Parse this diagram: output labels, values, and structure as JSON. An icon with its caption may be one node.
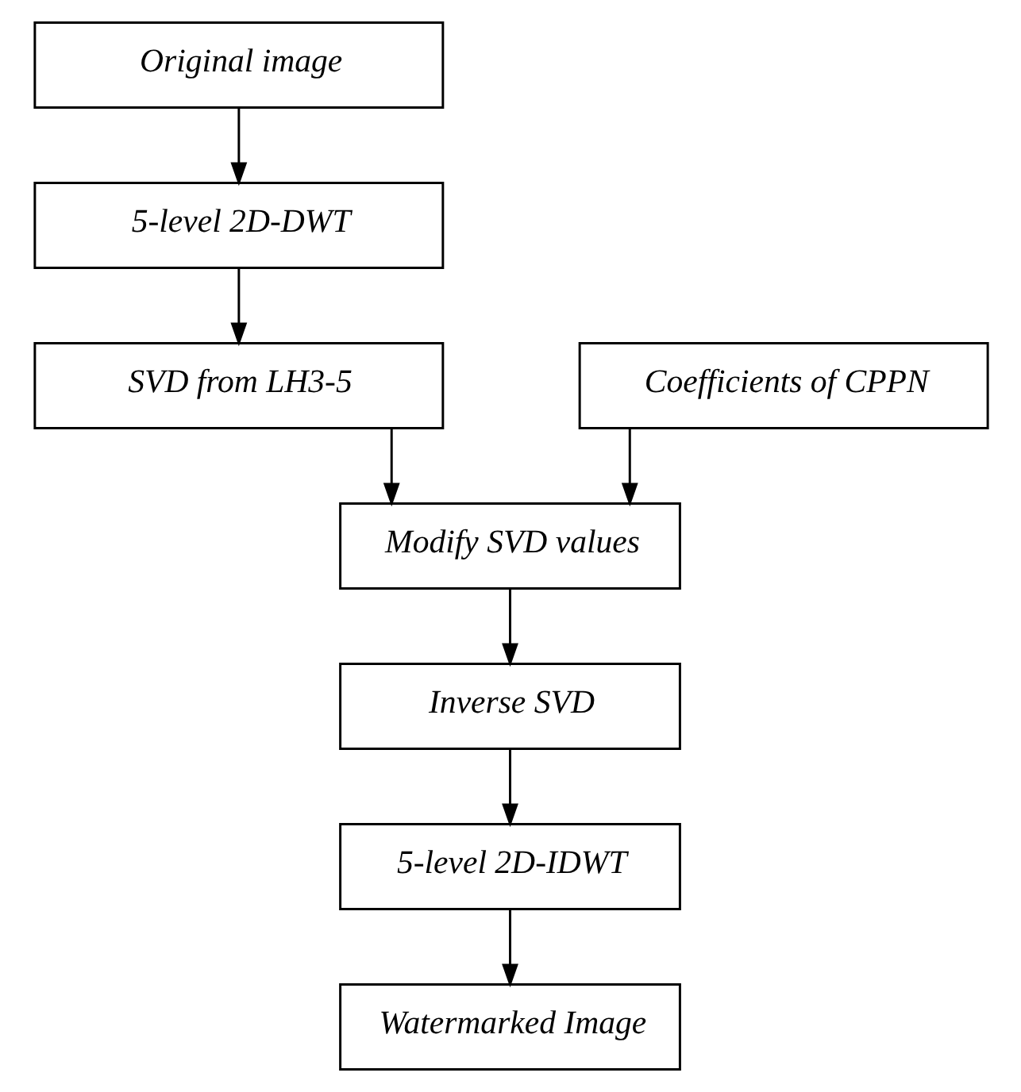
{
  "diagram": {
    "nodes": [
      {
        "text": [
          "Original image"
        ]
      },
      {
        "text": [
          "5-level 2D-DWT"
        ]
      },
      {
        "text": [
          "SVD from LH3-5"
        ]
      },
      {
        "text": [
          "Coefficients of CPPN"
        ]
      },
      {
        "text": [
          "Modify SVD values"
        ]
      },
      {
        "text": [
          "Inverse SVD"
        ]
      },
      {
        "text": [
          "5-level 2D-IDWT"
        ]
      },
      {
        "text": [
          "Watermarked Image"
        ]
      }
    ],
    "edges": [
      {
        "from": 0,
        "to": 1,
        "arrow": "to"
      },
      {
        "from": 1,
        "to": 2,
        "arrow": "to"
      },
      {
        "from": 2,
        "to": 4,
        "arrow": "to"
      },
      {
        "from": 3,
        "to": 4,
        "arrow": "to"
      },
      {
        "from": 4,
        "to": 5,
        "arrow": "to"
      },
      {
        "from": 5,
        "to": 6,
        "arrow": "to"
      },
      {
        "from": 6,
        "to": 7,
        "arrow": "to"
      }
    ]
  }
}
